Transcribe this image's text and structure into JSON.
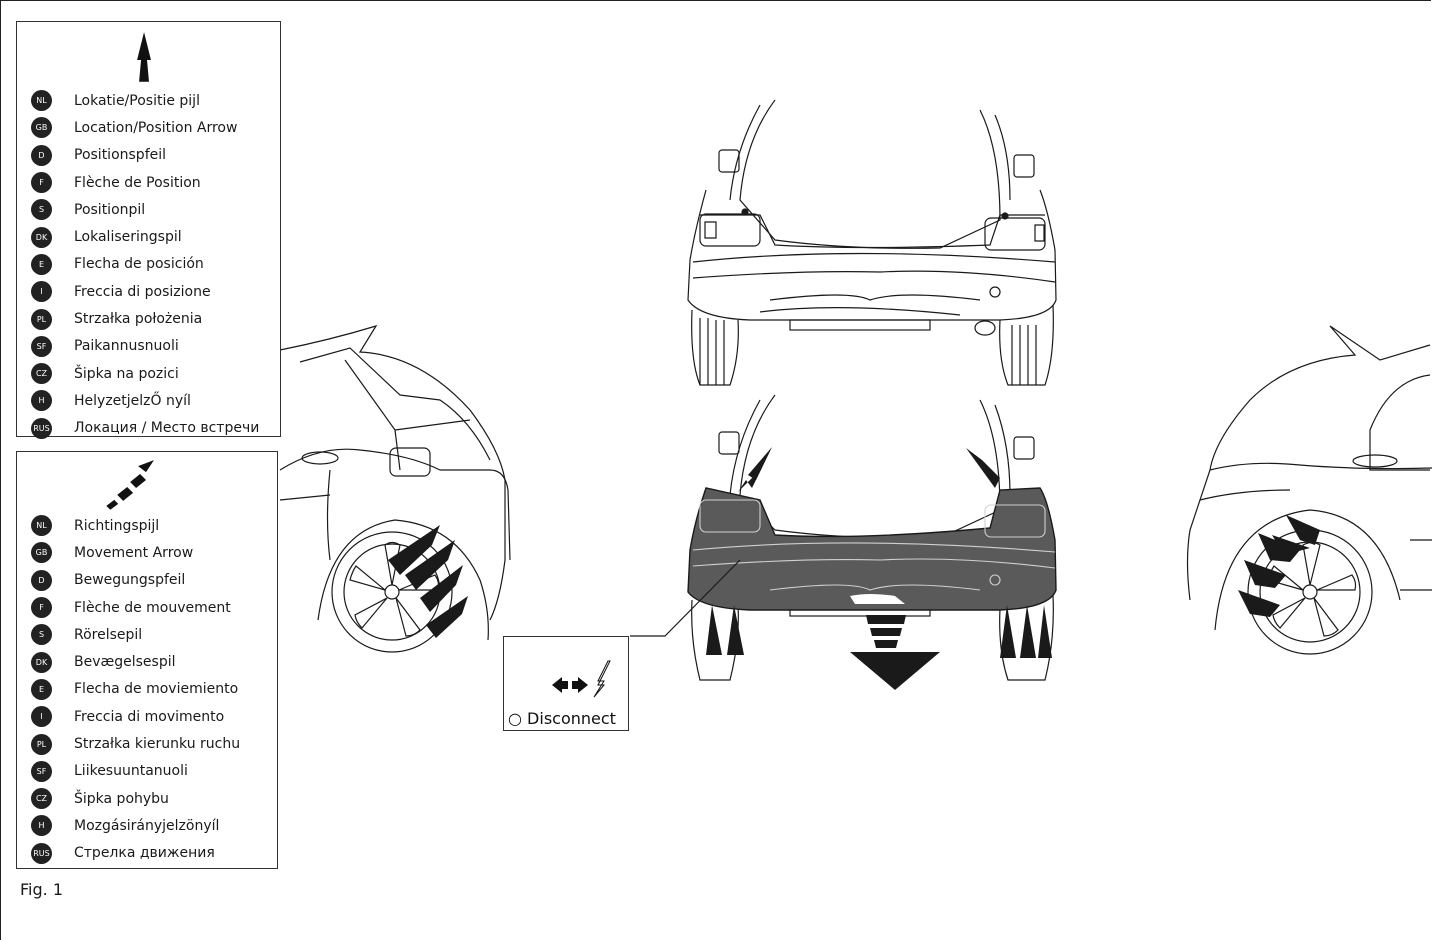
{
  "legend_position": {
    "icon": "solid-up-arrow",
    "items": [
      {
        "code": "NL",
        "label": "Lokatie/Positie pijl"
      },
      {
        "code": "GB",
        "label": "Location/Position Arrow"
      },
      {
        "code": "D",
        "label": "Positionspfeil"
      },
      {
        "code": "F",
        "label": "Flèche de Position"
      },
      {
        "code": "S",
        "label": "Positionpil"
      },
      {
        "code": "DK",
        "label": "Lokaliseringspil"
      },
      {
        "code": "E",
        "label": "Flecha de posición"
      },
      {
        "code": "I",
        "label": "Freccia di posizione"
      },
      {
        "code": "PL",
        "label": "Strzałka położenia"
      },
      {
        "code": "SF",
        "label": "Paikannusnuoli"
      },
      {
        "code": "CZ",
        "label": "Šipka na pozici"
      },
      {
        "code": "H",
        "label": "HelyzetjelzŐ nyíl"
      },
      {
        "code": "RUS",
        "label": "Локация / Место встречи"
      }
    ]
  },
  "legend_movement": {
    "icon": "dashed-diagonal-arrow",
    "items": [
      {
        "code": "NL",
        "label": "Richtingspijl"
      },
      {
        "code": "GB",
        "label": "Movement Arrow"
      },
      {
        "code": "D",
        "label": "Bewegungspfeil"
      },
      {
        "code": "F",
        "label": "Flèche de mouvement"
      },
      {
        "code": "S",
        "label": "Rörelsepil"
      },
      {
        "code": "DK",
        "label": "Bevægelsespil"
      },
      {
        "code": "E",
        "label": "Flecha de moviemiento"
      },
      {
        "code": "I",
        "label": "Freccia di movimento"
      },
      {
        "code": "PL",
        "label": "Strzałka kierunku ruchu"
      },
      {
        "code": "SF",
        "label": "Liikesuuntanuoli"
      },
      {
        "code": "CZ",
        "label": "Šipka pohybu"
      },
      {
        "code": "H",
        "label": "Mozgásirányjelzönyíl"
      },
      {
        "code": "RUS",
        "label": "Стрелка движения"
      }
    ]
  },
  "callout": {
    "icon": "unplug-connector-icon",
    "label": "○ Disconnect"
  },
  "figure_label": "Fig. 1",
  "colors": {
    "line": "#1a1a1a",
    "bumper_highlight": "#5a5a5a",
    "badge": "#222222"
  }
}
